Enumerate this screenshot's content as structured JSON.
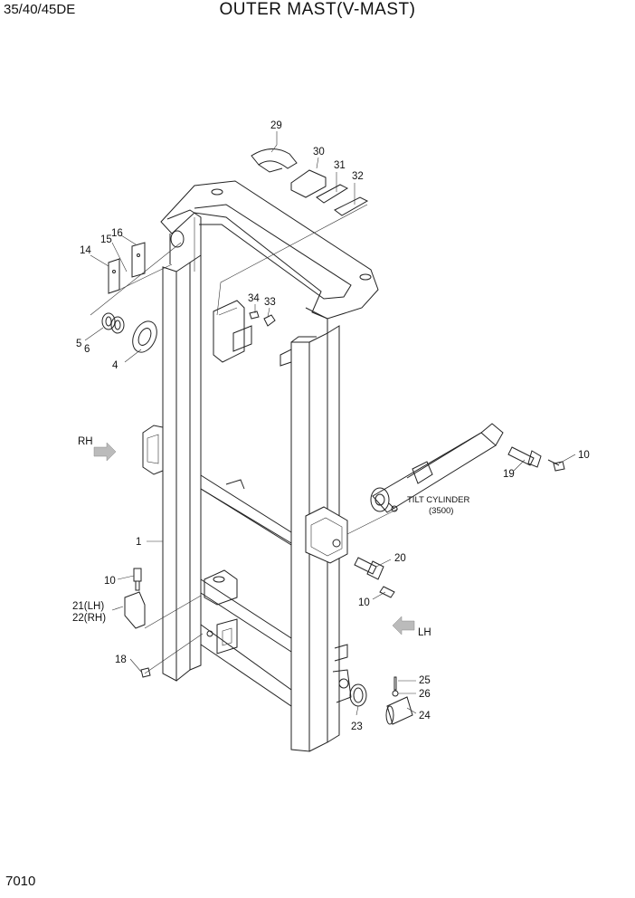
{
  "header": {
    "model": "35/40/45DE",
    "title": "OUTER MAST(V-MAST)"
  },
  "footer": {
    "page_number": "7010"
  },
  "direction_markers": {
    "rh": "RH",
    "lh": "LH"
  },
  "tilt_cylinder": {
    "label": "TILT CYLINDER",
    "spec": "(3500)"
  },
  "callouts": {
    "c1": "1",
    "c4": "4",
    "c5": "5",
    "c6": "6",
    "c10a": "10",
    "c10b": "10",
    "c10c": "10",
    "c14": "14",
    "c15": "15",
    "c16": "16",
    "c18": "18",
    "c19": "19",
    "c20": "20",
    "c21": "21(LH)",
    "c22": "22(RH)",
    "c23": "23",
    "c24": "24",
    "c25": "25",
    "c26": "26",
    "c29": "29",
    "c30": "30",
    "c31": "31",
    "c32": "32",
    "c33": "33",
    "c34": "34"
  }
}
